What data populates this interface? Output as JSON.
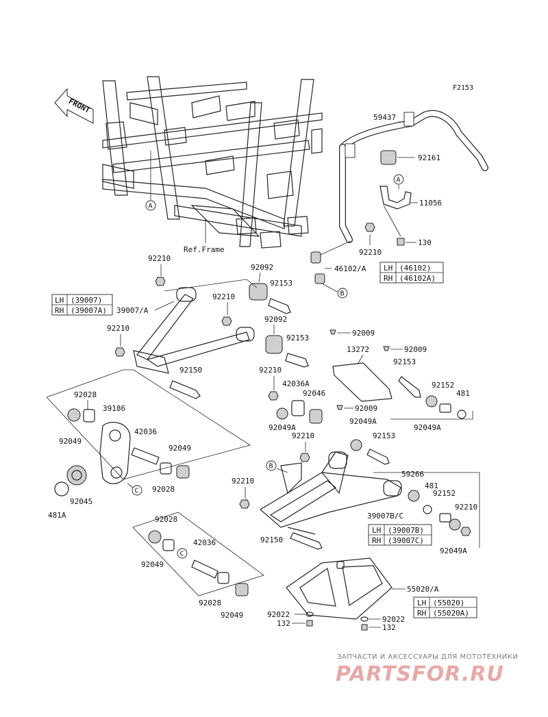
{
  "figure_id": "F2153",
  "front_label": "FRONT",
  "ref_frame": "Ref.Frame",
  "callouts": {
    "a": "A",
    "b": "B",
    "c": "C"
  },
  "parts": {
    "p59437": "59437",
    "p92161": "92161",
    "p11056": "11056",
    "p92210_top": "92210",
    "p130": "130",
    "p46102a": "46102/A",
    "p92210_a": "92210",
    "p92092_a": "92092",
    "p92153_a": "92153",
    "p39007a": "39007/A",
    "p92210_b": "92210",
    "p92092_b": "92092",
    "p92210_c": "92210",
    "p92153_b": "92153",
    "p92009_a": "92009",
    "p92150_a": "92150",
    "p13272": "13272",
    "p92009_b": "92009",
    "p92153_c": "92153",
    "p92210_d": "92210",
    "p42036a": "42036A",
    "p92046": "92046",
    "p92152_a": "92152",
    "p481_a": "481",
    "p92028_a": "92028",
    "p39186": "39186",
    "p92009_c": "92009",
    "p92049a_a": "92049A",
    "p92049a_b": "92049A",
    "p92049_a": "92049",
    "p42036_a": "42036",
    "p92049a_c": "92049A",
    "p92210_e": "92210",
    "p92153_d": "92153",
    "p92049_b": "92049",
    "p92028_b": "92028",
    "p59266": "59266",
    "p481_b": "481",
    "p92210_f": "92210",
    "p92152_b": "92152",
    "p481a": "481A",
    "p92045": "92045",
    "p92210_g": "92210",
    "p39007bc": "39007B/C",
    "p92049a_d": "92049A",
    "p92028_c": "92028",
    "p92150_b": "92150",
    "p42036_b": "42036",
    "p92049_c": "92049",
    "p55020a": "55020/A",
    "p92028_d": "92028",
    "p92049_d": "92049",
    "p92022_a": "92022",
    "p132_a": "132",
    "p92022_b": "92022",
    "p132_b": "132"
  },
  "tables": {
    "t46102": {
      "lh_label": "LH",
      "lh_value": "(46102)",
      "rh_label": "RH",
      "rh_value": "(46102A)"
    },
    "t39007": {
      "lh_label": "LH",
      "lh_value": "(39007)",
      "rh_label": "RH",
      "rh_value": "(39007A)"
    },
    "t39007bc": {
      "lh_label": "LH",
      "lh_value": "(39007B)",
      "rh_label": "RH",
      "rh_value": "(39007C)"
    },
    "t55020": {
      "lh_label": "LH",
      "lh_value": "(55020)",
      "rh_label": "RH",
      "rh_value": "(55020A)"
    }
  },
  "watermark": {
    "line1": "ЗАПЧАСТИ И АКСЕССУАРЫ ДЛЯ МОТОТЕХНИКИ",
    "line2": "PARTSFOR.RU",
    "color": "#e6a9a9"
  }
}
